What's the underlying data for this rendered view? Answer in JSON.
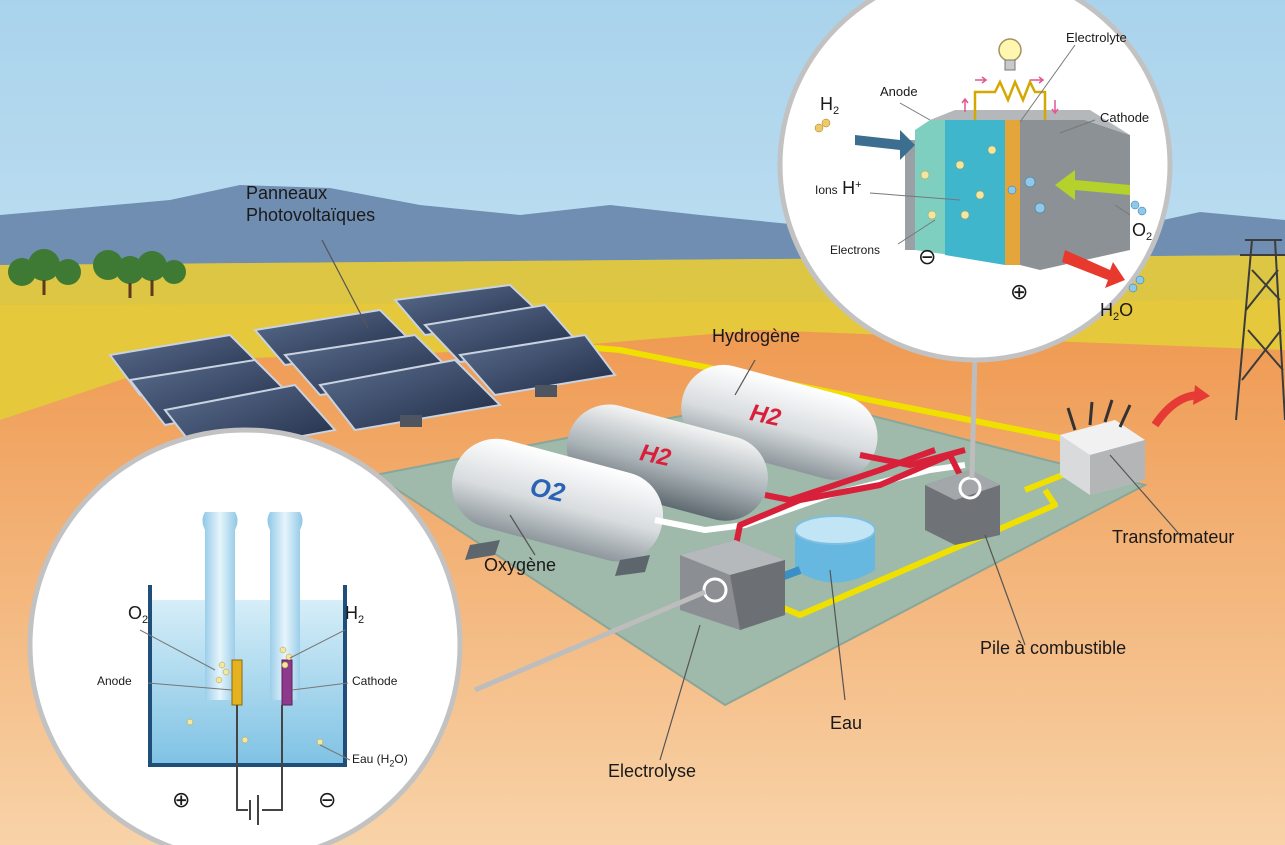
{
  "labels": {
    "panels_line1": "Panneaux",
    "panels_line2": "Photovoltaïques",
    "hydrogen": "Hydrogène",
    "oxygen": "Oxygène",
    "transformer": "Transformateur",
    "fuel_cell": "Pile à combustible",
    "water": "Eau",
    "electrolysis": "Electrolyse"
  },
  "tanks": {
    "o2": "O2",
    "h2_front": "H2",
    "h2_back": "H2"
  },
  "fuel_cell_inset": {
    "anode": "Anode",
    "electrolyte": "Electrolyte",
    "cathode": "Cathode",
    "ions_prefix": "Ions",
    "ions_formula": "H",
    "ions_charge": "+",
    "electrons": "Electrons",
    "h2": "H",
    "h2_sub": "2",
    "o2": "O",
    "o2_sub": "2",
    "h2o_h": "H",
    "h2o_sub": "2",
    "h2o_o": "O",
    "minus": "⊖",
    "plus": "⊕"
  },
  "electrolysis_inset": {
    "o2": "O",
    "o2_sub": "2",
    "h2": "H",
    "h2_sub": "2",
    "anode": "Anode",
    "cathode": "Cathode",
    "water_prefix": "Eau (H",
    "water_sub": "2",
    "water_suffix": "O)",
    "plus": "⊕",
    "minus": "⊖"
  },
  "colors": {
    "sky": "#b9dcef",
    "ground": "#f0b072",
    "field": "#e8cd3f",
    "platform": "#9fb9ab",
    "hydrogen_pipe": "#d8203a",
    "cable": "#f0e000",
    "tank_o2_text": "#2a63b6",
    "tank_h2_text": "#d8203a"
  }
}
